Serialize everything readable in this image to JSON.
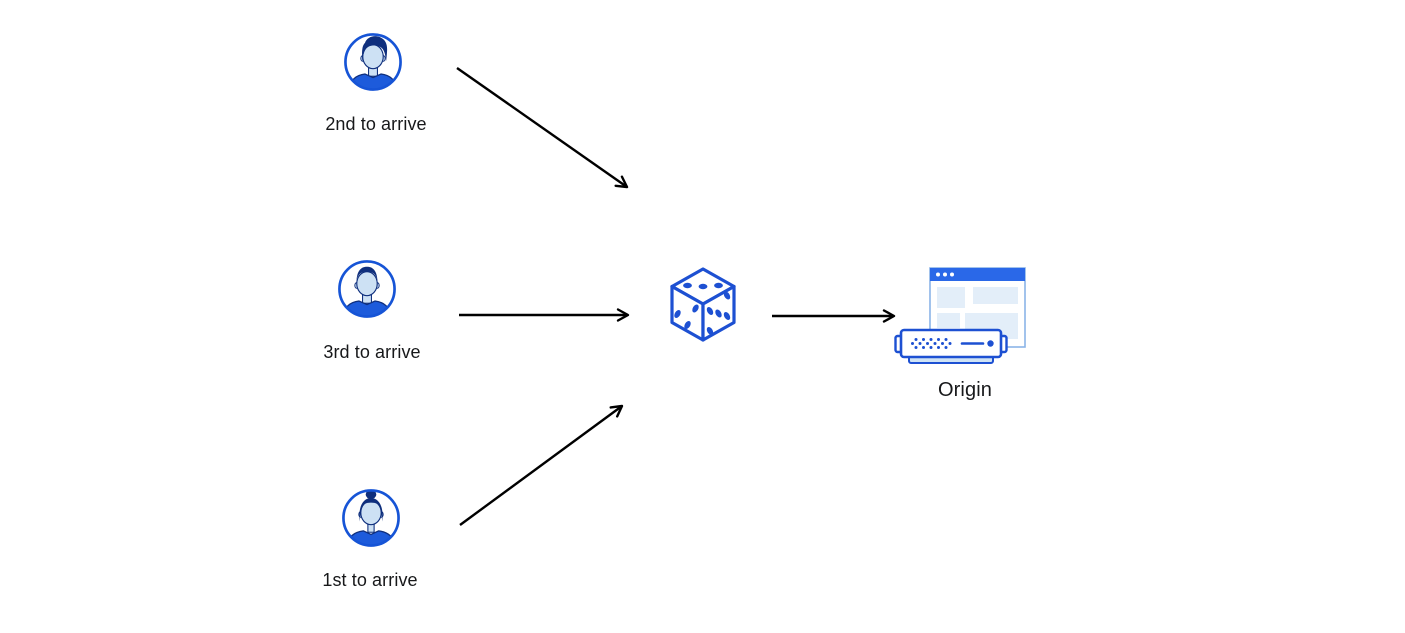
{
  "diagram": {
    "title": "random-steering-diagram",
    "background_color": "#ffffff",
    "arrow_color": "#000000",
    "palette": {
      "primary_blue": "#1654d6",
      "dice_blue": "#1d50d2",
      "dark_navy": "#0f2f7d",
      "face_light_blue": "#cde1f4",
      "shirt_blue": "#1d5bdb",
      "browser_header_blue": "#2a68e8",
      "panel_light_blue": "#e3eef9",
      "server_foot_blue": "#cfe3f5"
    },
    "clients": [
      {
        "id": "client-top",
        "label": "2nd to arrive",
        "icon": "person-avatar-icon"
      },
      {
        "id": "client-middle",
        "label": "3rd to arrive",
        "icon": "person-avatar-icon"
      },
      {
        "id": "client-bottom",
        "label": "1st to arrive",
        "icon": "person-avatar-icon"
      }
    ],
    "load_balancer": {
      "id": "dice",
      "icon": "dice-icon"
    },
    "origin": {
      "label": "Origin",
      "icon": "origin-server-icon"
    },
    "flows": [
      {
        "from": "client-top",
        "to": "dice"
      },
      {
        "from": "client-middle",
        "to": "dice"
      },
      {
        "from": "client-bottom",
        "to": "dice"
      },
      {
        "from": "dice",
        "to": "origin"
      }
    ]
  }
}
